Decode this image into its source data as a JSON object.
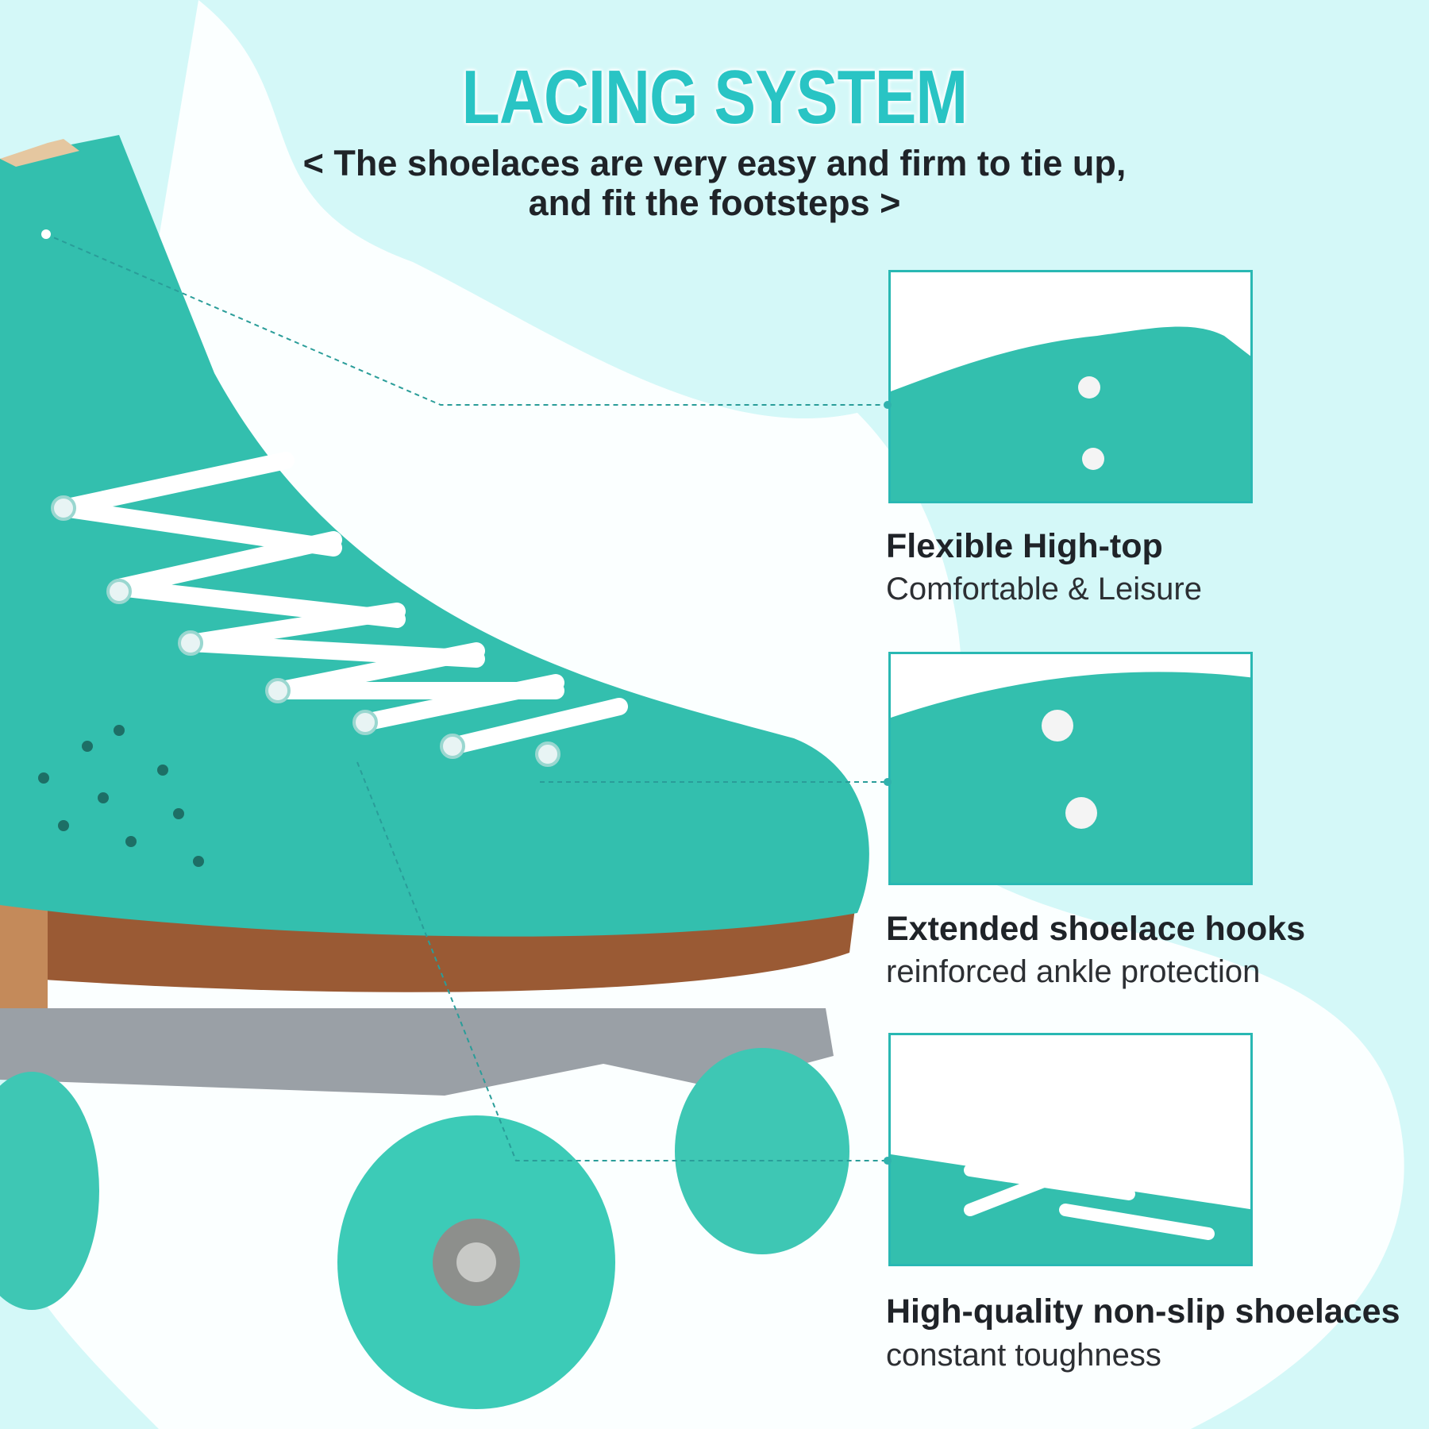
{
  "header": {
    "title": "LACING SYSTEM",
    "subtitle_line1": "< The shoelaces are very easy and firm to tie up,",
    "subtitle_line2": "and fit the footsteps >"
  },
  "features": [
    {
      "title": "Flexible High-top",
      "description": "Comfortable & Leisure"
    },
    {
      "title": "Extended shoelace hooks",
      "description": "reinforced ankle protection"
    },
    {
      "title": "High-quality non-slip shoelaces",
      "description": "constant toughness"
    }
  ],
  "colors": {
    "accent": "#29c4c4",
    "skate": "#33bfae",
    "background": "#d4f8f8"
  }
}
